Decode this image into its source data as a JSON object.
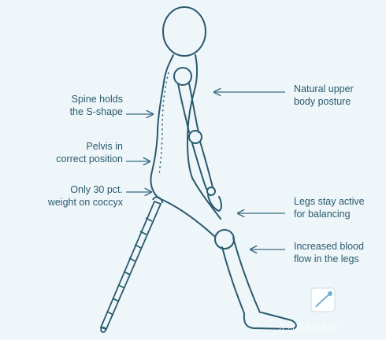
{
  "labels": {
    "spine": {
      "line1": "Spine holds",
      "line2": "the S-shape"
    },
    "pelvis": {
      "line1": "Pelvis in",
      "line2": "correct position"
    },
    "coccyx": {
      "line1": "Only 30 pct.",
      "line2": "weight on coccyx"
    },
    "upper_body": {
      "line1": "Natural upper",
      "line2": "body posture"
    },
    "legs_active": {
      "line1": "Legs stay active",
      "line2": "for balancing"
    },
    "blood_flow": {
      "line1": "Increased blood",
      "line2": "flow in the legs"
    }
  },
  "watermark": "江州当生活知识",
  "colors": {
    "background": "#eef6f9",
    "outline": "#2a5a6e",
    "arrow": "#3a6b80",
    "text": "#2a5a6e"
  }
}
